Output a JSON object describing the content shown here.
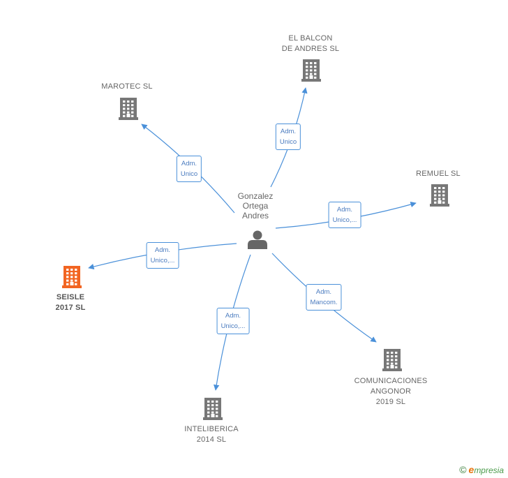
{
  "center": {
    "name_lines": [
      "Gonzalez",
      "Ortega",
      "Andres"
    ],
    "icon": "person-icon"
  },
  "companies": [
    {
      "id": "el-balcon",
      "lines": [
        "EL BALCON",
        "DE ANDRES SL"
      ],
      "color": "#777777",
      "icon": "building-icon"
    },
    {
      "id": "marotec",
      "lines": [
        "MAROTEC SL"
      ],
      "color": "#777777",
      "icon": "building-icon"
    },
    {
      "id": "remuel",
      "lines": [
        "REMUEL SL"
      ],
      "color": "#777777",
      "icon": "building-icon"
    },
    {
      "id": "seisle",
      "lines": [
        "SEISLE",
        "2017  SL"
      ],
      "color": "#f26522",
      "icon": "building-icon",
      "highlight": true
    },
    {
      "id": "comunicaciones",
      "lines": [
        "COMUNICACIONES",
        "ANGONOR",
        "2019  SL"
      ],
      "color": "#777777",
      "icon": "building-icon"
    },
    {
      "id": "inteliberica",
      "lines": [
        "INTELIBERICA",
        "2014  SL"
      ],
      "color": "#777777",
      "icon": "building-icon"
    }
  ],
  "relations": [
    {
      "target": "el-balcon",
      "lines": [
        "Adm.",
        "Unico"
      ]
    },
    {
      "target": "marotec",
      "lines": [
        "Adm.",
        "Unico"
      ]
    },
    {
      "target": "remuel",
      "lines": [
        "Adm.",
        "Unico,..."
      ]
    },
    {
      "target": "seisle",
      "lines": [
        "Adm.",
        "Unico,..."
      ]
    },
    {
      "target": "comunicaciones",
      "lines": [
        "Adm.",
        "Mancom."
      ]
    },
    {
      "target": "inteliberica",
      "lines": [
        "Adm.",
        "Unico,..."
      ]
    }
  ],
  "colors": {
    "edge": "#4a90d9",
    "edge_text": "#4a7bbf",
    "building_default": "#777777",
    "building_highlight": "#f26522",
    "person": "#666666"
  },
  "footer": {
    "copyright_symbol": "©",
    "brand_initial": "e",
    "brand_rest": "mpresia"
  }
}
